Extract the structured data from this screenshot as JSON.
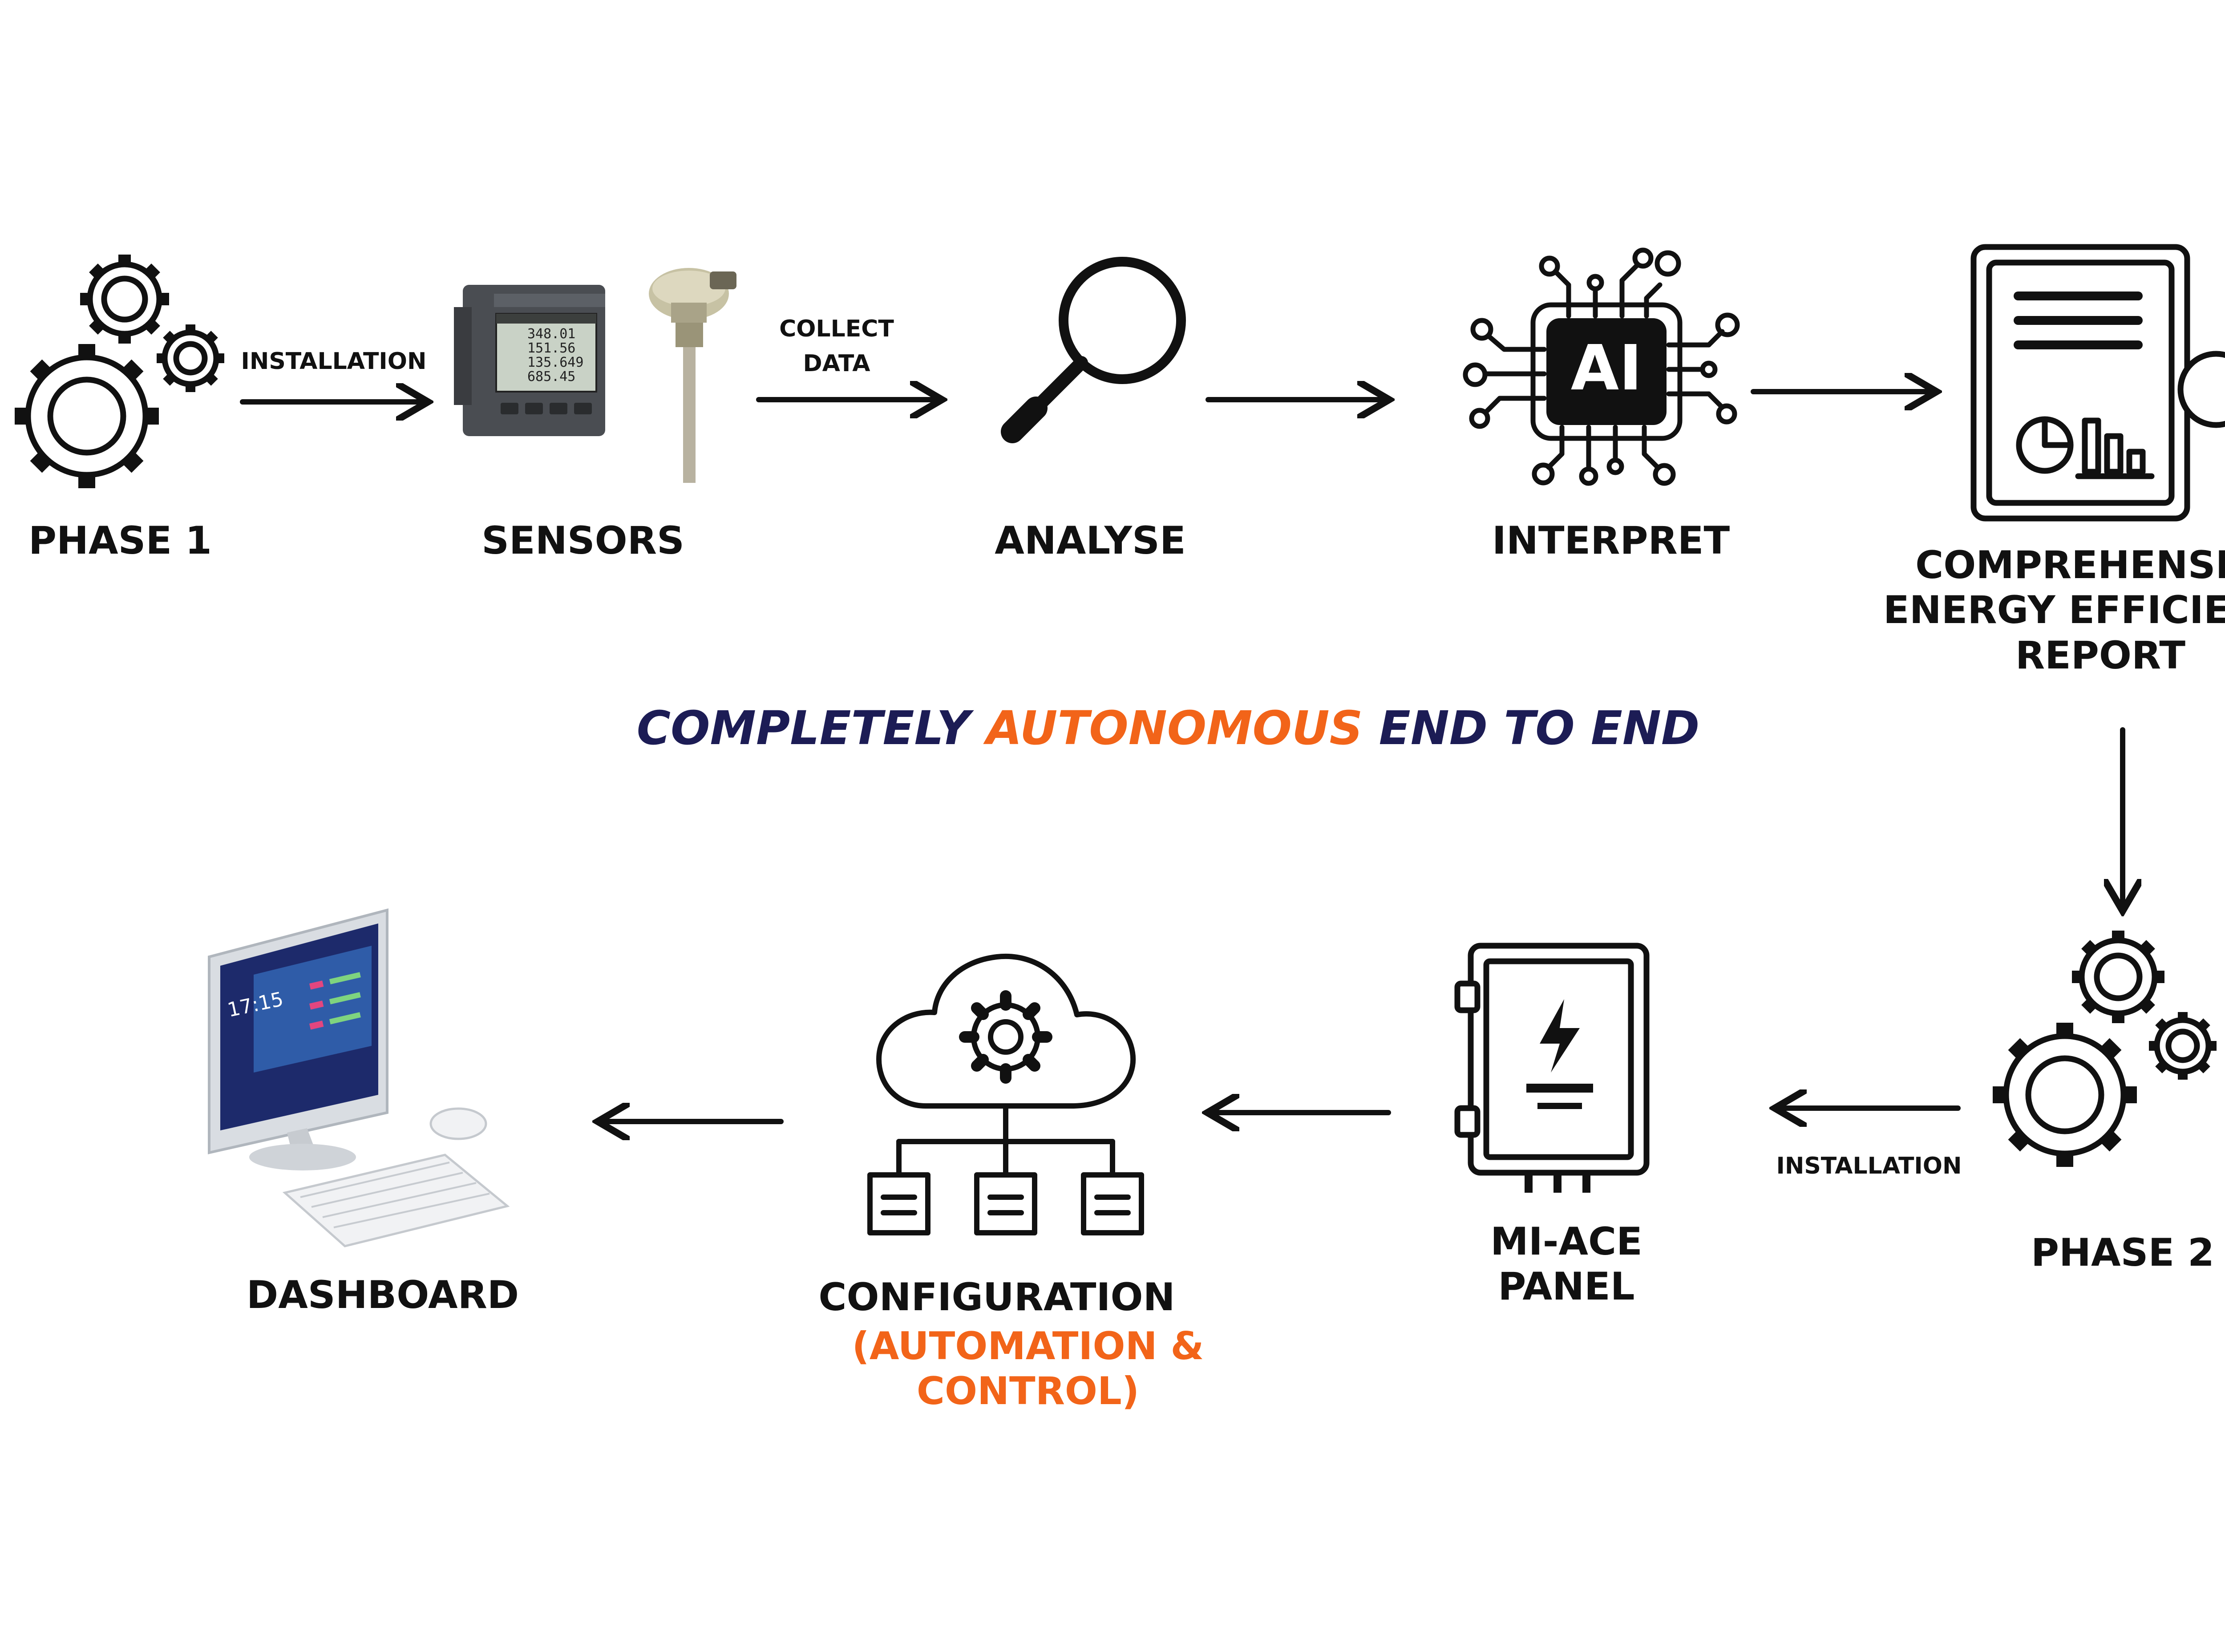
{
  "nodes": {
    "phase1": "PHASE 1",
    "sensors": "SENSORS",
    "analyse": "ANALYSE",
    "interpret": "INTERPRET",
    "report": [
      "COMPREHENSIVE",
      "ENERGY EFFICIENCY",
      "REPORT"
    ],
    "phase2": "PHASE 2",
    "panel": [
      "MI-ACE",
      "PANEL"
    ],
    "configuration": "CONFIGURATION",
    "configuration_sub": [
      "(AUTOMATION &",
      "CONTROL)"
    ],
    "dashboard": "DASHBOARD"
  },
  "edges": {
    "phase1_to_sensors": "INSTALLATION",
    "sensors_to_analyse": [
      "COLLECT",
      "DATA"
    ],
    "phase2_to_panel": "INSTALLATION"
  },
  "tagline": {
    "part1": "COMPLETELY ",
    "accent": "AUTONOMOUS",
    "part2": " END TO END"
  },
  "meter_readings": [
    "348.01",
    "151.56",
    "135.649",
    "685.45"
  ],
  "chip_label": "AI",
  "monitor_clock": "17:15",
  "colors": {
    "text": "#111111",
    "accent": "#f26419",
    "tagline": "#1c1c55"
  },
  "icons": [
    "gears-icon",
    "power-meter-icon",
    "temperature-probe-icon",
    "magnifier-icon",
    "ai-chip-icon",
    "report-icon",
    "control-panel-icon",
    "cloud-network-icon",
    "desktop-computer-icon"
  ]
}
